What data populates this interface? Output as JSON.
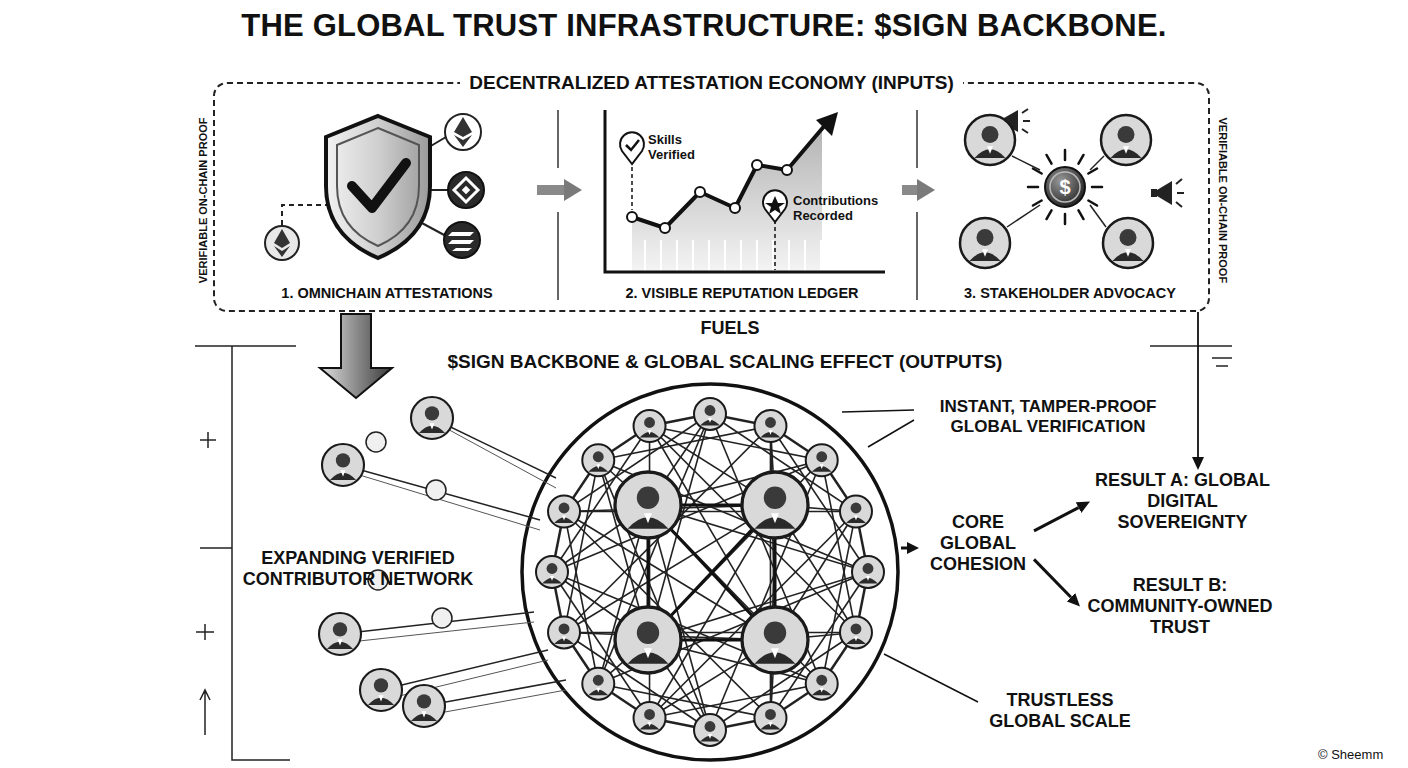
{
  "diagram": {
    "title": "THE GLOBAL TRUST INFRASTRUCTURE: $SIGN BACKBONE.",
    "nodes": [
      {
        "text": [
          "DECENTRALIZED ATTESTATION ECONOMY (INPUTS)"
        ]
      },
      {
        "text": [
          "1. OMNICHAIN ATTESTATIONS"
        ],
        "in": 0
      },
      {
        "text": [
          "2. VISIBLE REPUTATION LEDGER"
        ],
        "in": 0
      },
      {
        "text": [
          "3. STAKEHOLDER ADVOCACY"
        ],
        "in": 0
      },
      {
        "text": [
          "CORE GLOBAL COHESION"
        ]
      },
      {
        "text": [
          "RESULT A: GLOBAL DIGITAL SOVEREIGNTY"
        ]
      },
      {
        "text": [
          "RESULT B: COMMUNITY-OWNED TRUST"
        ]
      }
    ],
    "edges": [
      {
        "from": 1,
        "to": 2,
        "arrow": "to"
      },
      {
        "from": 2,
        "to": 3,
        "arrow": "to"
      },
      {
        "from": 0,
        "to": 5,
        "arrow": "to"
      },
      {
        "from": 4,
        "to": 5,
        "arrow": "to"
      },
      {
        "from": 4,
        "to": 6,
        "arrow": "to"
      }
    ],
    "labels": [
      "VERIFIABLE ON-CHAIN PROOF",
      "VERIFIABLE ON-CHAIN PROOF",
      "Skills Verified",
      "Contributions Recorded",
      "$",
      "FUELS",
      "$SIGN BACKBONE & GLOBAL SCALING EFFECT (OUTPUTS)",
      "INSTANT, TAMPER-PROOF GLOBAL VERIFICATION",
      "EXPANDING VERIFIED CONTRIBUTOR NETWORK",
      "TRUSTLESS GLOBAL SCALE",
      "© Sheemm"
    ]
  }
}
